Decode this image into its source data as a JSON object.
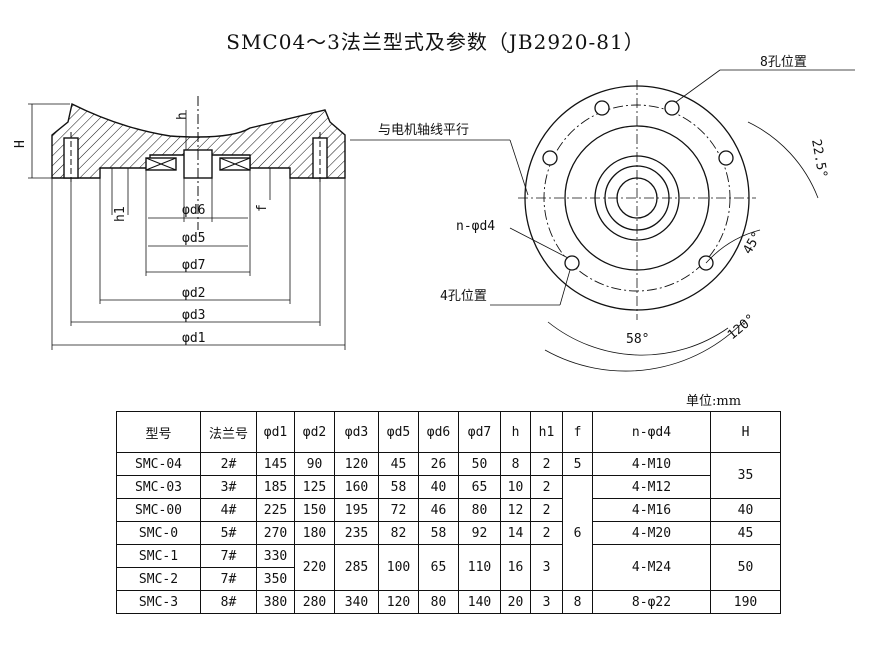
{
  "title": "SMC04～3法兰型式及参数（JB2920-81）",
  "unit": "单位:mm",
  "labels": {
    "H": "H",
    "h": "h",
    "h1": "h1",
    "f": "f",
    "d6": "φd6",
    "d5": "φd5",
    "d7": "φd7",
    "d2": "φd2",
    "d3": "φd3",
    "d1": "φd1",
    "holes8": "8孔位置",
    "parallel": "与电机轴线平行",
    "nd4": "n-φd4",
    "holes4": "4孔位置",
    "a225": "22.5°",
    "a45": "45°",
    "a58": "58°",
    "a120": "120°"
  },
  "table": {
    "headers": [
      "型号",
      "法兰号",
      "φd1",
      "φd2",
      "φd3",
      "φd5",
      "φd6",
      "φd7",
      "h",
      "h1",
      "f",
      "n-φd4",
      "H"
    ],
    "rows": [
      [
        "SMC-04",
        "2#",
        "145",
        "90",
        "120",
        "45",
        "26",
        "50",
        "8",
        "2",
        "5",
        "4-M10",
        "35"
      ],
      [
        "SMC-03",
        "3#",
        "185",
        "125",
        "160",
        "58",
        "40",
        "65",
        "10",
        "2",
        "6",
        "4-M12",
        ""
      ],
      [
        "SMC-00",
        "4#",
        "225",
        "150",
        "195",
        "72",
        "46",
        "80",
        "12",
        "2",
        "",
        "4-M16",
        "40"
      ],
      [
        "SMC-0",
        "5#",
        "270",
        "180",
        "235",
        "82",
        "58",
        "92",
        "14",
        "2",
        "",
        "4-M20",
        "45"
      ],
      [
        "SMC-1",
        "7#",
        "330",
        "220",
        "285",
        "100",
        "65",
        "110",
        "16",
        "3",
        "",
        "4-M24",
        "50"
      ],
      [
        "SMC-2",
        "7#",
        "350",
        "",
        "",
        "",
        "",
        "",
        "",
        "",
        "",
        "",
        ""
      ],
      [
        "SMC-3",
        "8#",
        "380",
        "280",
        "340",
        "120",
        "80",
        "140",
        "20",
        "3",
        "8",
        "8-φ22",
        "190"
      ]
    ]
  }
}
